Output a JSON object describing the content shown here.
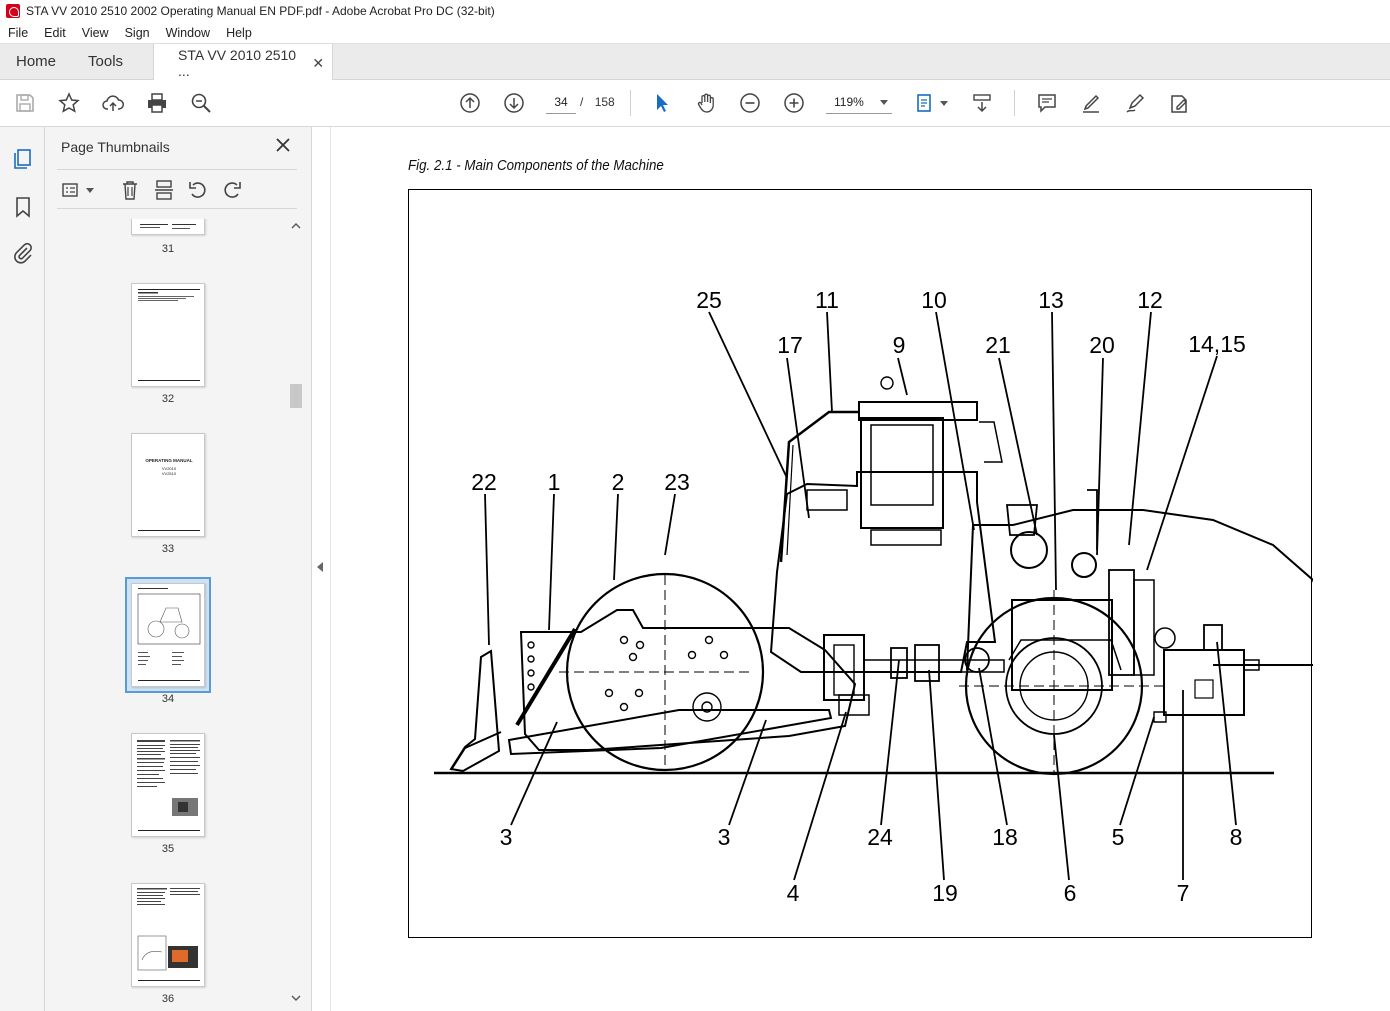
{
  "window": {
    "title": "STA VV 2010 2510 2002 Operating Manual EN PDF.pdf - Adobe Acrobat Pro DC (32-bit)"
  },
  "menu": {
    "items": [
      "File",
      "Edit",
      "View",
      "Sign",
      "Window",
      "Help"
    ]
  },
  "tabs": {
    "home": "Home",
    "tools": "Tools",
    "document": "STA VV 2010 2510 ..."
  },
  "toolbar": {
    "current_page": "34",
    "page_separator": "/",
    "total_pages": "158",
    "zoom": "119%"
  },
  "thumbnails": {
    "title": "Page Thumbnails",
    "pages": [
      {
        "label": "31"
      },
      {
        "label": "32"
      },
      {
        "label": "33",
        "heading": "OPERATING MANUAL",
        "lines": [
          "VV2010",
          "VV2510"
        ]
      },
      {
        "label": "34"
      },
      {
        "label": "35"
      },
      {
        "label": "36"
      }
    ],
    "selected": "34"
  },
  "document": {
    "caption": "Fig. 2.1 - Main Components of the Machine",
    "callouts": {
      "c25": "25",
      "c11": "11",
      "c10": "10",
      "c13": "13",
      "c12": "12",
      "c17": "17",
      "c9": "9",
      "c21": "21",
      "c20": "20",
      "c1415": "14,15",
      "c22": "22",
      "c1": "1",
      "c2": "2",
      "c23": "23",
      "c3a": "3",
      "c3b": "3",
      "c24": "24",
      "c18": "18",
      "c5": "5",
      "c8": "8",
      "c4": "4",
      "c19": "19",
      "c6": "6",
      "c7": "7"
    }
  }
}
